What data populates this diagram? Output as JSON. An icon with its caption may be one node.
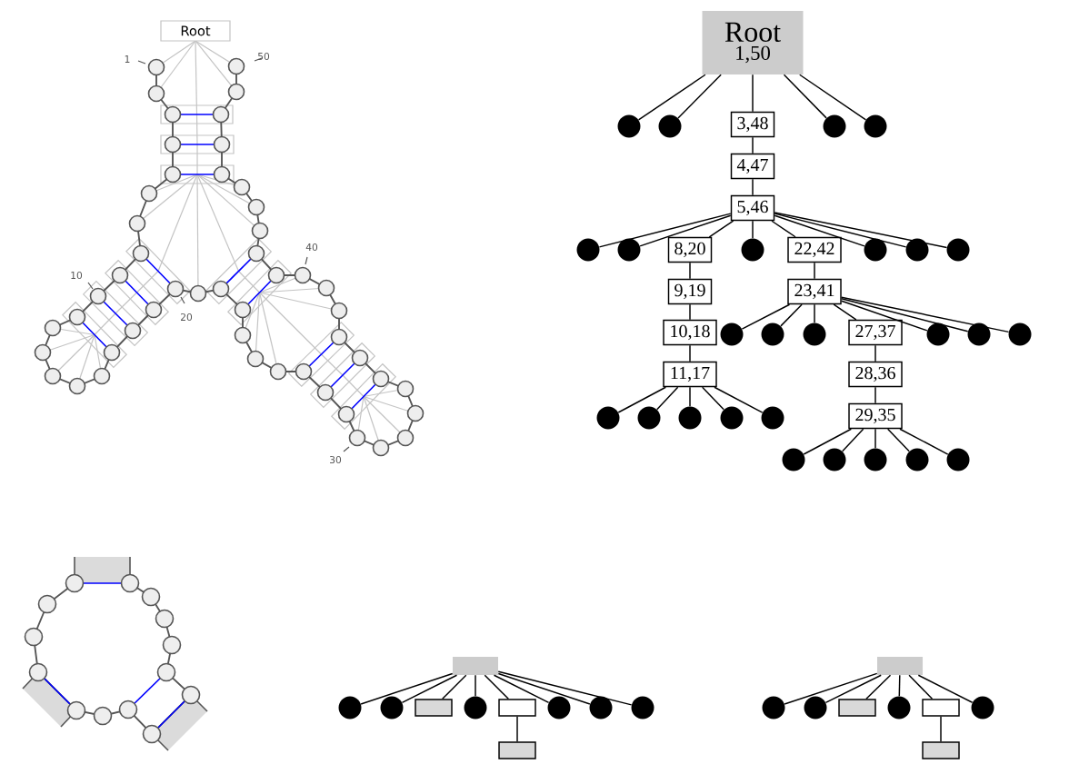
{
  "diagram": {
    "nodes": [
      {
        "text": [
          "Root"
        ]
      },
      {
        "text": [
          "Root",
          "1,50"
        ]
      },
      {
        "text": [],
        "shape": "circle"
      },
      {
        "text": [],
        "shape": "circle"
      },
      {
        "text": [
          "3,48"
        ]
      },
      {
        "text": [],
        "shape": "circle"
      },
      {
        "text": [],
        "shape": "circle"
      },
      {
        "text": [
          "4,47"
        ]
      },
      {
        "text": [
          "5,46"
        ]
      },
      {
        "text": [],
        "shape": "circle"
      },
      {
        "text": [],
        "shape": "circle"
      },
      {
        "text": [
          "8,20"
        ]
      },
      {
        "text": [],
        "shape": "circle"
      },
      {
        "text": [
          "22,42"
        ]
      },
      {
        "text": [],
        "shape": "circle"
      },
      {
        "text": [],
        "shape": "circle"
      },
      {
        "text": [],
        "shape": "circle"
      },
      {
        "text": [
          "9,19"
        ]
      },
      {
        "text": [
          "23,41"
        ]
      },
      {
        "text": [
          "10,18"
        ]
      },
      {
        "text": [],
        "shape": "circle"
      },
      {
        "text": [],
        "shape": "circle"
      },
      {
        "text": [],
        "shape": "circle"
      },
      {
        "text": [
          "27,37"
        ]
      },
      {
        "text": [],
        "shape": "circle"
      },
      {
        "text": [],
        "shape": "circle"
      },
      {
        "text": [],
        "shape": "circle"
      },
      {
        "text": [
          "11,17"
        ]
      },
      {
        "text": [
          "28,36"
        ]
      },
      {
        "text": [],
        "shape": "circle"
      },
      {
        "text": [],
        "shape": "circle"
      },
      {
        "text": [],
        "shape": "circle"
      },
      {
        "text": [],
        "shape": "circle"
      },
      {
        "text": [],
        "shape": "circle"
      },
      {
        "text": [
          "29,35"
        ]
      },
      {
        "text": [],
        "shape": "circle"
      },
      {
        "text": [],
        "shape": "circle"
      },
      {
        "text": [],
        "shape": "circle"
      },
      {
        "text": [],
        "shape": "circle"
      },
      {
        "text": [],
        "shape": "circle"
      },
      {
        "text": [],
        "shape": "box"
      },
      {
        "text": [],
        "shape": "circle"
      },
      {
        "text": [],
        "shape": "circle"
      },
      {
        "text": [],
        "shape": "box"
      },
      {
        "text": [],
        "shape": "circle"
      },
      {
        "text": [],
        "shape": "box"
      },
      {
        "text": [],
        "shape": "circle"
      },
      {
        "text": [],
        "shape": "circle"
      },
      {
        "text": [],
        "shape": "circle"
      },
      {
        "text": [],
        "shape": "box"
      },
      {
        "text": [],
        "shape": "box"
      },
      {
        "text": [],
        "shape": "circle"
      },
      {
        "text": [],
        "shape": "circle"
      },
      {
        "text": [],
        "shape": "box"
      },
      {
        "text": [],
        "shape": "circle"
      },
      {
        "text": [],
        "shape": "box"
      },
      {
        "text": [],
        "shape": "circle"
      },
      {
        "text": [],
        "shape": "box"
      }
    ],
    "edges": [
      {
        "from": 1,
        "to": 2,
        "arrow": "none"
      },
      {
        "from": 1,
        "to": 3,
        "arrow": "none"
      },
      {
        "from": 1,
        "to": 4,
        "arrow": "none"
      },
      {
        "from": 1,
        "to": 5,
        "arrow": "none"
      },
      {
        "from": 1,
        "to": 6,
        "arrow": "none"
      },
      {
        "from": 4,
        "to": 7,
        "arrow": "none"
      },
      {
        "from": 7,
        "to": 8,
        "arrow": "none"
      },
      {
        "from": 8,
        "to": 9,
        "arrow": "none"
      },
      {
        "from": 8,
        "to": 10,
        "arrow": "none"
      },
      {
        "from": 8,
        "to": 11,
        "arrow": "none"
      },
      {
        "from": 8,
        "to": 12,
        "arrow": "none"
      },
      {
        "from": 8,
        "to": 13,
        "arrow": "none"
      },
      {
        "from": 8,
        "to": 14,
        "arrow": "none"
      },
      {
        "from": 8,
        "to": 15,
        "arrow": "none"
      },
      {
        "from": 8,
        "to": 16,
        "arrow": "none"
      },
      {
        "from": 11,
        "to": 17,
        "arrow": "none"
      },
      {
        "from": 13,
        "to": 18,
        "arrow": "none"
      },
      {
        "from": 17,
        "to": 19,
        "arrow": "none"
      },
      {
        "from": 18,
        "to": 20,
        "arrow": "none"
      },
      {
        "from": 18,
        "to": 21,
        "arrow": "none"
      },
      {
        "from": 18,
        "to": 22,
        "arrow": "none"
      },
      {
        "from": 18,
        "to": 23,
        "arrow": "none"
      },
      {
        "from": 18,
        "to": 24,
        "arrow": "none"
      },
      {
        "from": 18,
        "to": 25,
        "arrow": "none"
      },
      {
        "from": 18,
        "to": 26,
        "arrow": "none"
      },
      {
        "from": 19,
        "to": 27,
        "arrow": "none"
      },
      {
        "from": 23,
        "to": 28,
        "arrow": "none"
      },
      {
        "from": 27,
        "to": 29,
        "arrow": "none"
      },
      {
        "from": 27,
        "to": 30,
        "arrow": "none"
      },
      {
        "from": 27,
        "to": 31,
        "arrow": "none"
      },
      {
        "from": 27,
        "to": 32,
        "arrow": "none"
      },
      {
        "from": 27,
        "to": 33,
        "arrow": "none"
      },
      {
        "from": 28,
        "to": 34,
        "arrow": "none"
      },
      {
        "from": 34,
        "to": 35,
        "arrow": "none"
      },
      {
        "from": 34,
        "to": 36,
        "arrow": "none"
      },
      {
        "from": 34,
        "to": 37,
        "arrow": "none"
      },
      {
        "from": 34,
        "to": 38,
        "arrow": "none"
      },
      {
        "from": 34,
        "to": 39,
        "arrow": "none"
      },
      {
        "from": 40,
        "to": 41,
        "arrow": "none"
      },
      {
        "from": 40,
        "to": 42,
        "arrow": "none"
      },
      {
        "from": 40,
        "to": 43,
        "arrow": "none"
      },
      {
        "from": 40,
        "to": 44,
        "arrow": "none"
      },
      {
        "from": 40,
        "to": 45,
        "arrow": "none"
      },
      {
        "from": 40,
        "to": 46,
        "arrow": "none"
      },
      {
        "from": 40,
        "to": 47,
        "arrow": "none"
      },
      {
        "from": 40,
        "to": 48,
        "arrow": "none"
      },
      {
        "from": 45,
        "to": 49,
        "arrow": "none"
      },
      {
        "from": 50,
        "to": 51,
        "arrow": "none"
      },
      {
        "from": 50,
        "to": 52,
        "arrow": "none"
      },
      {
        "from": 50,
        "to": 53,
        "arrow": "none"
      },
      {
        "from": 50,
        "to": 54,
        "arrow": "none"
      },
      {
        "from": 50,
        "to": 55,
        "arrow": "none"
      },
      {
        "from": 50,
        "to": 56,
        "arrow": "none"
      },
      {
        "from": 55,
        "to": 57,
        "arrow": "none"
      }
    ],
    "labels": [
      "1",
      "50",
      "40",
      "10",
      "20",
      "30"
    ]
  }
}
